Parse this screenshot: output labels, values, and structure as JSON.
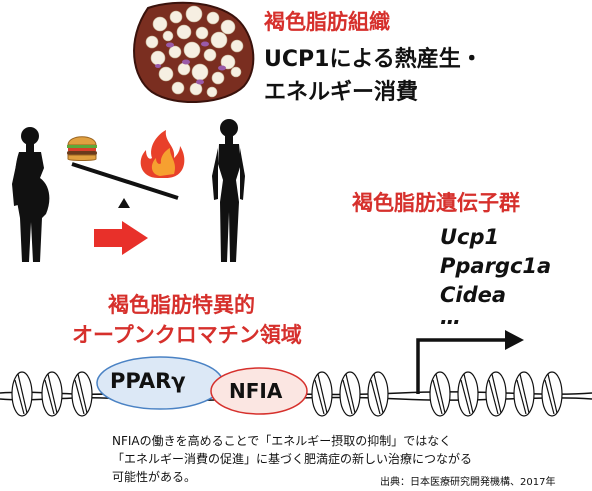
{
  "bat_title": "褐色脂肪組織",
  "ucp1_line1": "UCP1による熱産生・",
  "ucp1_line2": "エネルギー消費",
  "gene_group_title": "褐色脂肪遺伝子群",
  "genes": [
    "Ucp1",
    "Ppargc1a",
    "Cidea",
    "…"
  ],
  "region_line1": "褐色脂肪特異的",
  "region_line2": "オープンクロマチン領域",
  "pparg_label": "PPARγ",
  "nfia_label": "NFIA",
  "caption_line1": "NFIAの働きを高めることで「エネルギー摂取の抑制」ではなく",
  "caption_line2": "「エネルギー消費の促進」に基づく肥満症の新しい治療につながる",
  "caption_line3": "可能性がある。",
  "source": "出典：日本医療研究開発機構、2017年",
  "colors": {
    "accent_red": "#d6302c",
    "pparg_fill": "#dce8f6",
    "pparg_stroke": "#4a82c4",
    "nfia_fill": "#fbe6e2",
    "nfia_stroke": "#d6302c",
    "tissue_fill": "#7a2e20"
  }
}
